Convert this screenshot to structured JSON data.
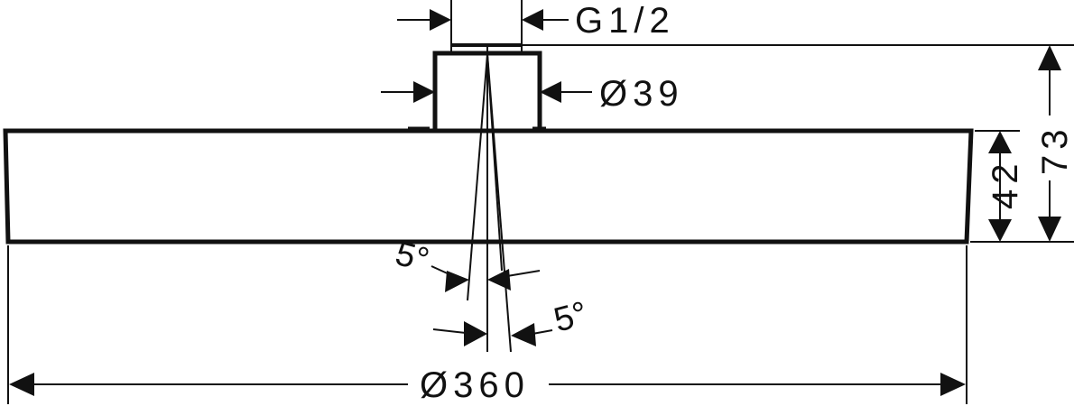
{
  "dimensions": {
    "thread": "G1/2",
    "connector_diameter": "Ø39",
    "total_height": "73",
    "body_height": "42",
    "angle_left": "5°",
    "angle_right": "5°",
    "overall_diameter": "Ø360"
  }
}
